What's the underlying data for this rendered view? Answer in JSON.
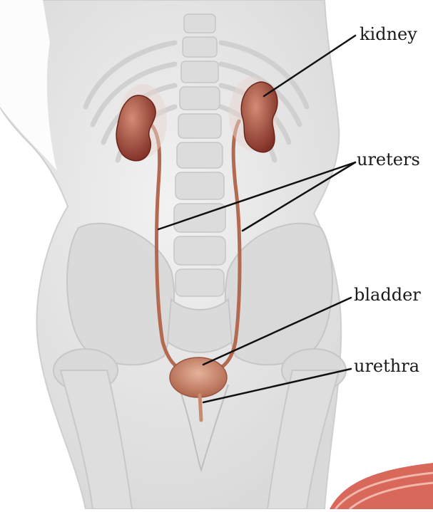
{
  "labels": {
    "kidney": "kidney",
    "ureters": "ureters",
    "bladder": "bladder",
    "urethra": "urethra"
  },
  "colors": {
    "background": "#ffffff",
    "body_fill": "#e6e6e6",
    "skeleton": "#d2d2d2",
    "organ": "#b86a52",
    "organ_dark": "#8c3a2c",
    "organ_light": "#d9a48a",
    "leader_line": "#111111"
  }
}
